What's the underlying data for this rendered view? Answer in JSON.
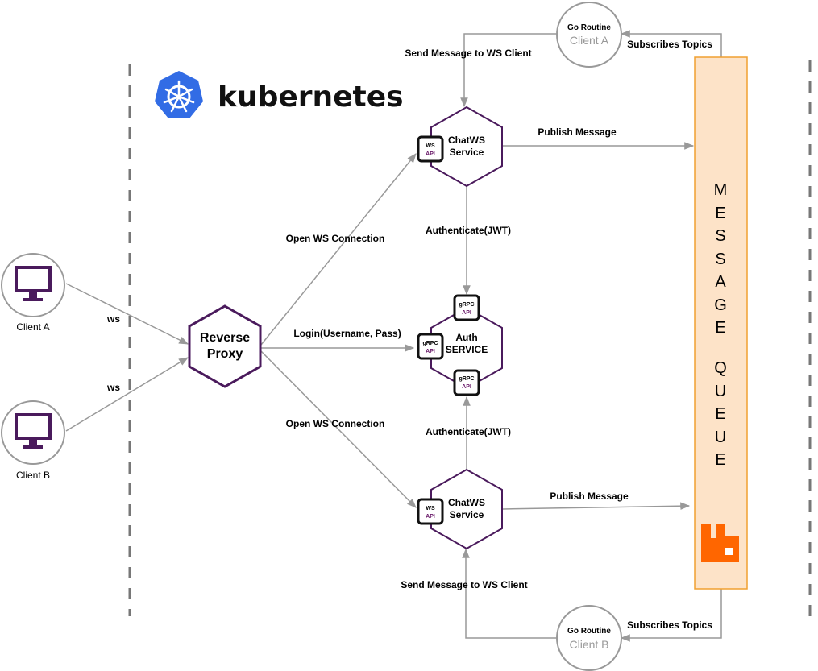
{
  "kubernetes": {
    "label": "kubernetes"
  },
  "clients": [
    {
      "label": "Client A"
    },
    {
      "label": "Client B"
    }
  ],
  "proxy": {
    "line1": "Reverse",
    "line2": "Proxy"
  },
  "chatws_top": {
    "line1": "ChatWS",
    "line2": "Service",
    "badge_top": "WS",
    "badge_bottom": "API"
  },
  "chatws_bottom": {
    "line1": "ChatWS",
    "line2": "Service",
    "badge_top": "WS",
    "badge_bottom": "API"
  },
  "auth": {
    "line1": "Auth",
    "line2": "SERVICE",
    "badge_top": "gRPC",
    "badge_bottom": "API"
  },
  "goroutine_a": {
    "line1": "Go Routine",
    "line2": "Client A"
  },
  "goroutine_b": {
    "line1": "Go Routine",
    "line2": "Client B"
  },
  "queue": {
    "letters": [
      "M",
      "E",
      "S",
      "S",
      "A",
      "G",
      "E",
      "Q",
      "U",
      "E",
      "U",
      "E"
    ]
  },
  "edges": {
    "ws_a": "ws",
    "ws_b": "ws",
    "open_ws_top": "Open WS Connection",
    "open_ws_bottom": "Open WS Connection",
    "login": "Login(Username, Pass)",
    "auth_top": "Authenticate(JWT)",
    "auth_bottom": "Authenticate(JWT)",
    "publish_top": "Publish Message",
    "publish_bottom": "Publish Message",
    "send_top": "Send Message to WS Client",
    "send_bottom": "Send Message to WS Client",
    "subscribe_top": "Subscribes Topics",
    "subscribe_bottom": "Subscribes Topics"
  },
  "colors": {
    "hex_border": "#4a1a5c",
    "queue_fill": "#fde3c8",
    "queue_border": "#f0a030",
    "k8s_blue": "#326ce5",
    "rabbit_orange": "#ff6600",
    "edge": "#999999"
  }
}
